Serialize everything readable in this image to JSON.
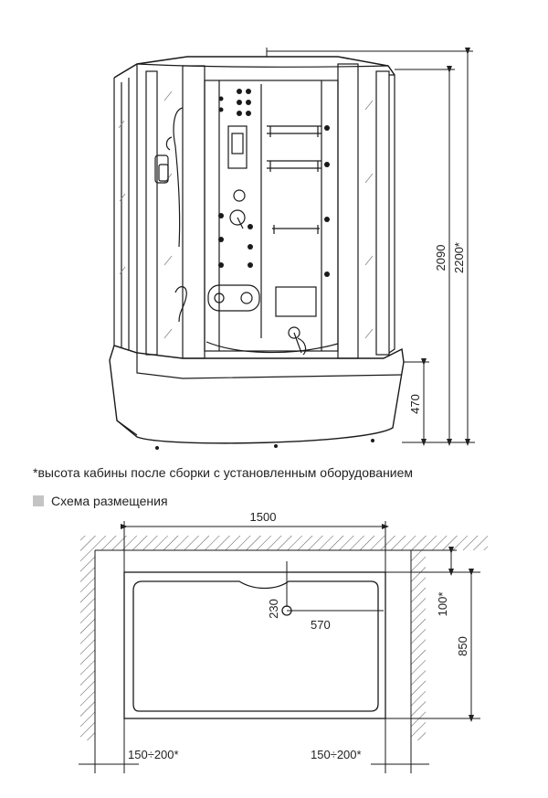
{
  "elevation": {
    "height_cabin": "2090",
    "height_total": "2200*",
    "height_tray": "470"
  },
  "footnote": "*высота кабины после сборки с установленным оборудованием",
  "plan": {
    "section_title": "Схема размещения",
    "width": "1500",
    "depth": "850",
    "wall_gap": "100*",
    "drain_offset_y": "230",
    "drain_offset_x": "570",
    "side_gap_left": "150÷200*",
    "side_gap_right": "150÷200*"
  },
  "colors": {
    "line": "#1a1a1a",
    "legend_square": "#c4c4c4"
  }
}
